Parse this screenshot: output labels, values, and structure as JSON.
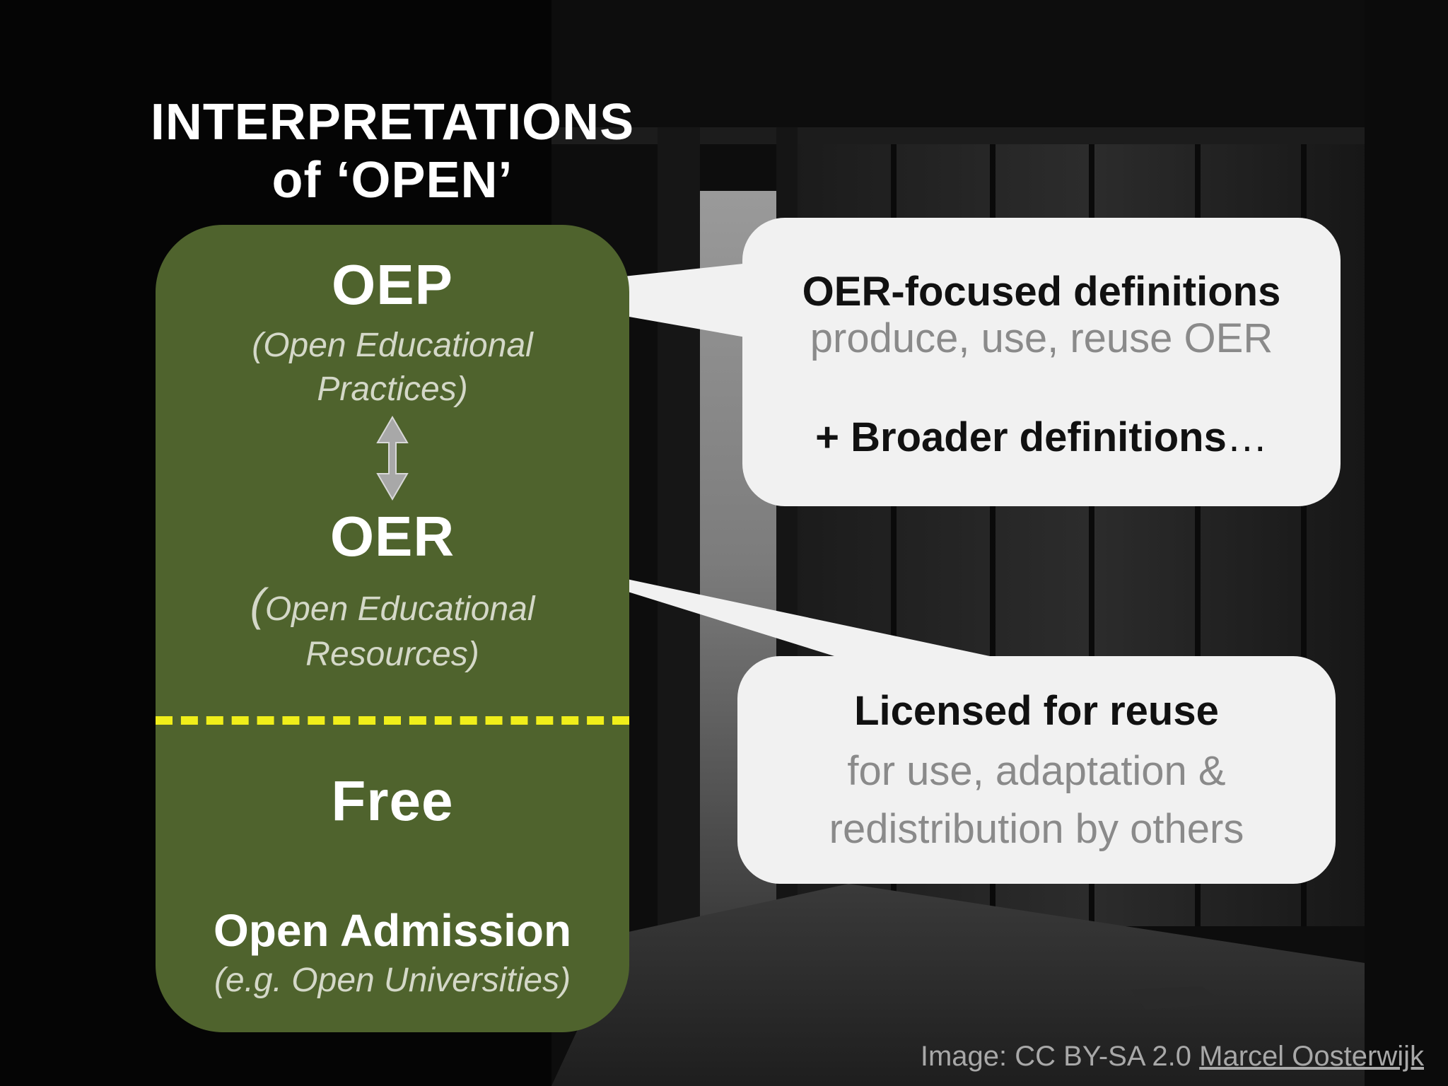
{
  "title": {
    "line1": "INTERPRETATIONS",
    "line2": "of ‘OPEN’"
  },
  "panel": {
    "oep": {
      "title": "OEP",
      "sub_line1": "(Open Educational",
      "sub_line2": "Practices)"
    },
    "oer": {
      "title": "OER",
      "sub_paren": "(",
      "sub_line1": "Open Educational",
      "sub_line2": "Resources)"
    },
    "free": {
      "title": "Free"
    },
    "admission": {
      "title": "Open Admission",
      "sub": "(e.g. Open Universities)"
    },
    "arrow_icon": "up-down-arrow-icon",
    "divider_color": "#f0ee1a",
    "panel_color": "#4f632d"
  },
  "callout_top": {
    "heading": "OER-focused definitions",
    "body": "produce, use, reuse OER",
    "broader": "+ Broader definitions",
    "broader_ellipsis": "…"
  },
  "callout_bottom": {
    "heading": "Licensed for reuse",
    "body_line1": "for use, adaptation &",
    "body_line2": "redistribution by others"
  },
  "credit": {
    "prefix": "Image: CC BY-SA 2.0 ",
    "author": "Marcel Oosterwijk"
  }
}
